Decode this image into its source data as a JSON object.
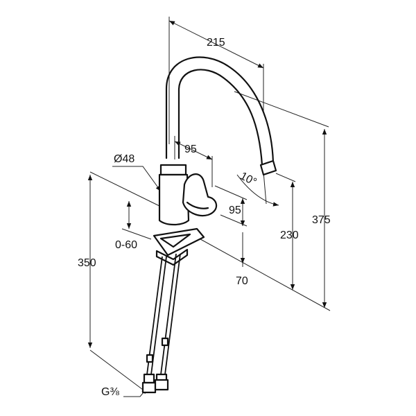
{
  "diagram": {
    "dimensions": {
      "spout_reach": "215",
      "lever_offset": "95",
      "lever_height": "95",
      "body_diameter": "Ø48",
      "spout_angle": "10°",
      "spout_height": "230",
      "total_height": "375",
      "hose_length": "350",
      "deck_thickness": "0-60",
      "base_offset": "70",
      "connection": "G⅜"
    },
    "colors": {
      "line": "#111111",
      "background": "#ffffff"
    }
  }
}
